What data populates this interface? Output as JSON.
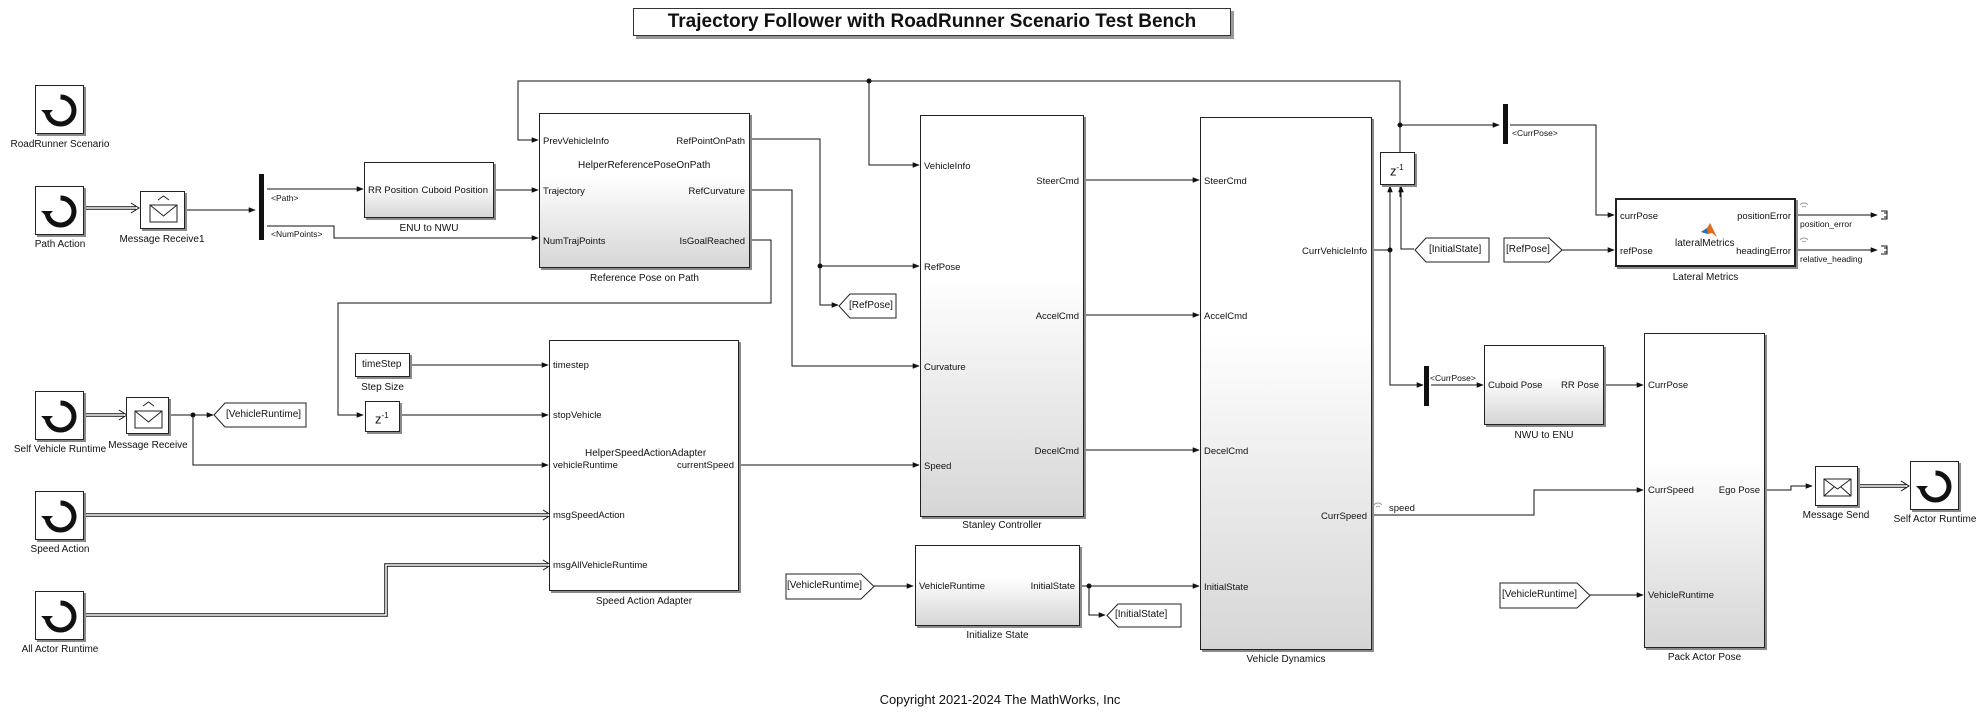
{
  "title": "Trajectory Follower with RoadRunner Scenario Test Bench",
  "copyright": "Copyright 2021-2024 The MathWorks, Inc",
  "icons": {
    "scenario": "circular-arrows-icon",
    "message": "envelope-icon",
    "matlab": "matlab-logo-icon"
  },
  "blocks": {
    "roadrunner_scenario": "RoadRunner Scenario",
    "path_action": "Path Action",
    "message_receive1": "Message Receive1",
    "enu_to_nwu": {
      "name": "ENU to NWU",
      "in": "RR Position",
      "out": "Cuboid Position"
    },
    "ref_pose_on_path": {
      "name": "Reference Pose on Path",
      "function": "HelperReferencePoseOnPath",
      "in": [
        "PrevVehicleInfo",
        "Trajectory",
        "NumTrajPoints"
      ],
      "out": [
        "RefPointOnPath",
        "RefCurvature",
        "IsGoalReached"
      ]
    },
    "self_vehicle_runtime": "Self Vehicle Runtime",
    "message_receive": "Message Receive",
    "step_size": {
      "name": "Step Size",
      "value": "timeStep"
    },
    "unit_delay": {
      "base": "z",
      "exp": "-1"
    },
    "speed_action_adapter": {
      "name": "Speed Action Adapter",
      "function": "HelperSpeedActionAdapter",
      "in": [
        "timestep",
        "stopVehicle",
        "vehicleRuntime",
        "msgSpeedAction",
        "msgAllVehicleRuntime"
      ],
      "out": [
        "currentSpeed"
      ]
    },
    "speed_action": "Speed Action",
    "all_actor_runtime": "All Actor Runtime",
    "stanley_controller": {
      "name": "Stanley Controller",
      "in": [
        "VehicleInfo",
        "RefPose",
        "Curvature",
        "Speed"
      ],
      "out": [
        "SteerCmd",
        "AccelCmd",
        "DecelCmd"
      ]
    },
    "initialize_state": {
      "name": "Initialize State",
      "in": "VehicleRuntime",
      "out": "InitialState"
    },
    "vehicle_dynamics": {
      "name": "Vehicle Dynamics",
      "in": [
        "SteerCmd",
        "AccelCmd",
        "DecelCmd",
        "InitialState"
      ],
      "out": [
        "CurrVehicleInfo",
        "CurrSpeed"
      ]
    },
    "lateral_metrics": {
      "name": "Lateral Metrics",
      "function": "lateralMetrics",
      "in": [
        "currPose",
        "refPose"
      ],
      "out": [
        "positionError",
        "headingError"
      ]
    },
    "nwu_to_enu": {
      "name": "NWU to ENU",
      "in": "Cuboid Pose",
      "out": "RR Pose"
    },
    "pack_actor_pose": {
      "name": "Pack Actor Pose",
      "in": [
        "CurrPose",
        "CurrSpeed",
        "VehicleRuntime"
      ],
      "out": "Ego Pose"
    },
    "message_send": "Message Send",
    "self_actor_runtime": "Self Actor Runtime"
  },
  "tags": {
    "vehicle_runtime": "[VehicleRuntime]",
    "ref_pose": "[RefPose]",
    "initial_state": "[InitialState]"
  },
  "signals": {
    "path": "<Path>",
    "num_points": "<NumPoints>",
    "curr_pose": "<CurrPose>",
    "speed": "speed",
    "position_error": "position_error",
    "relative_heading": "relative_heading"
  }
}
